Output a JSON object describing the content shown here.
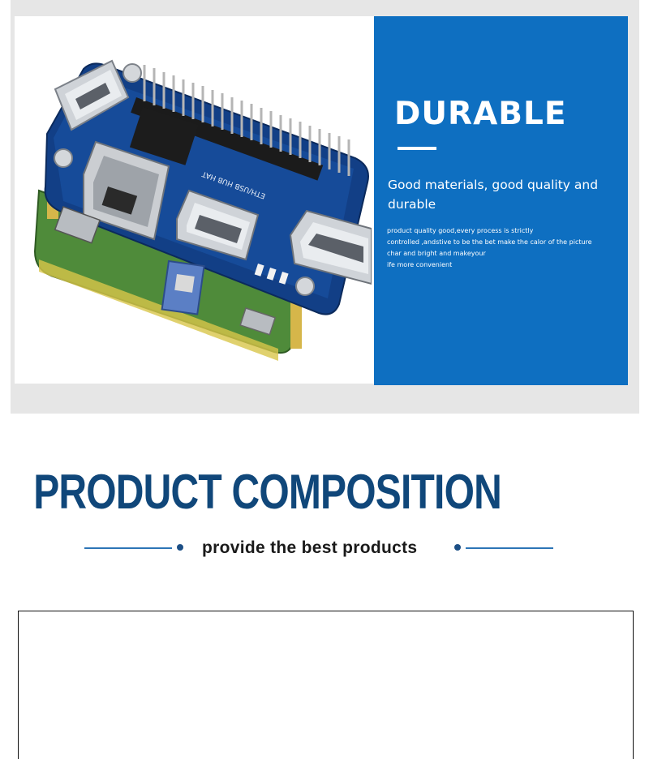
{
  "hero": {
    "image_name": "ethernet-usb-hub-hat-board",
    "board_silkscreen": "ETH/USB HUB HAT",
    "panel": {
      "title": "DURABLE",
      "subtitle": "Good materials, good quality and durable",
      "body_lines": [
        "product quality good,every process is strictly",
        "controlled ,andstive  to be  the bet make the calor of the picture",
        "char and bright and  makeyour",
        "ife more  convenient"
      ],
      "accent_color": "#0e6fc1"
    }
  },
  "section": {
    "title": "PRODUCT COMPOSITION",
    "tagline": "provide the best products",
    "title_color": "#10477a"
  }
}
